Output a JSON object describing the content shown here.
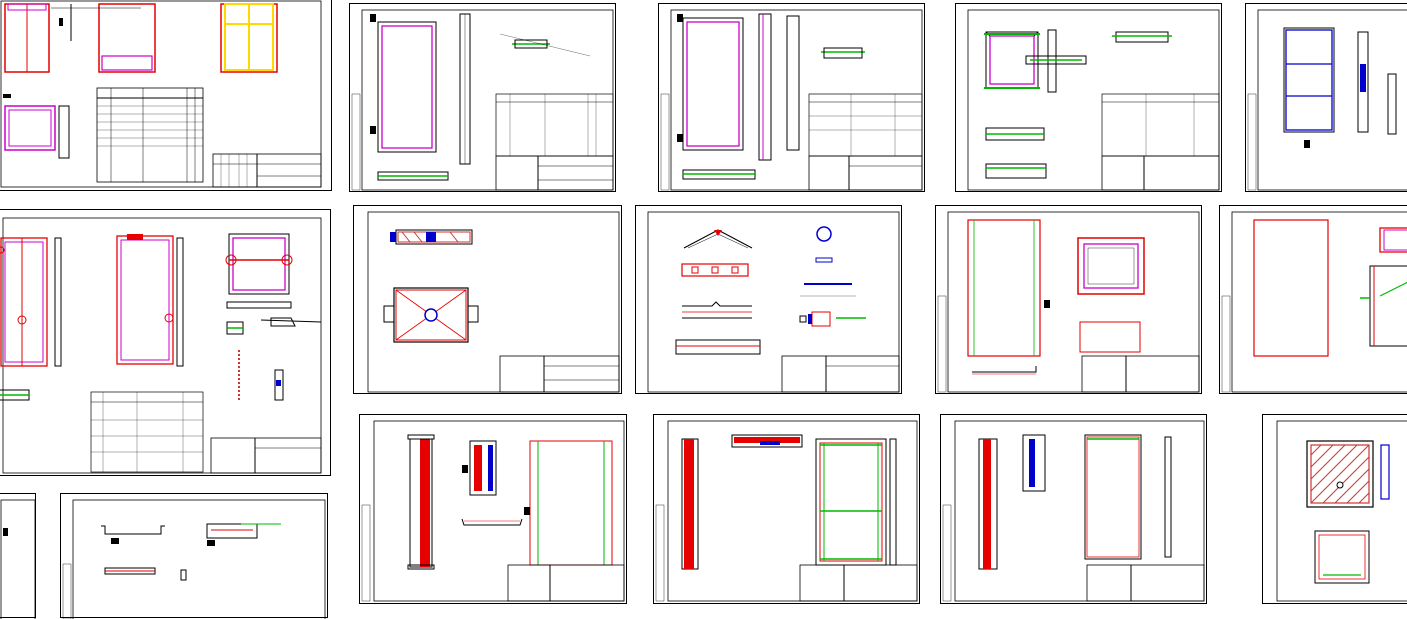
{
  "canvas": {
    "background": "#ffffff"
  },
  "colors": {
    "frame": "#000000",
    "red": "#e60000",
    "magenta": "#cc00cc",
    "blue": "#0000cc",
    "green": "#00b800",
    "yellow": "#ffd800",
    "hatch": "#cc3333"
  },
  "sheets": [
    {
      "id": "s1",
      "kind": "doors-specification"
    },
    {
      "id": "s2",
      "kind": "door-panel-1"
    },
    {
      "id": "s3",
      "kind": "door-panel-2"
    },
    {
      "id": "s4",
      "kind": "window-unit"
    },
    {
      "id": "s5",
      "kind": "window-partial"
    },
    {
      "id": "s6",
      "kind": "frames-and-nodes"
    },
    {
      "id": "s7",
      "kind": "box-with-hole"
    },
    {
      "id": "s8",
      "kind": "profiles-details"
    },
    {
      "id": "s9",
      "kind": "panel-and-frame"
    },
    {
      "id": "s10",
      "kind": "panel-partial"
    },
    {
      "id": "s11",
      "kind": "sheet-partial-small"
    },
    {
      "id": "s12",
      "kind": "parts-sheet"
    },
    {
      "id": "s13",
      "kind": "side-sections"
    },
    {
      "id": "s14",
      "kind": "panel-green-lines"
    },
    {
      "id": "s15",
      "kind": "tall-panel"
    },
    {
      "id": "s16",
      "kind": "hatched-square"
    }
  ]
}
